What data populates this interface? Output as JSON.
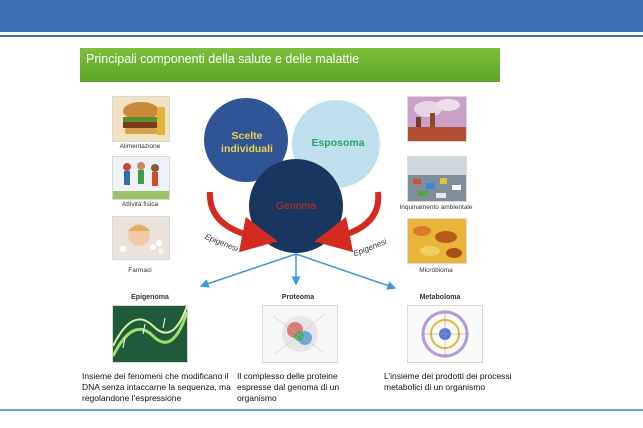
{
  "slide": {
    "title": "Principali componenti della salute e delle malattie",
    "colors": {
      "header": "#3b72b4",
      "title_bar": "#6db232",
      "arrow_red": "#d42b1e",
      "arrow_blue": "#3a9ad9"
    }
  },
  "left_items": [
    {
      "label": "Alimentazione",
      "icon": "burger-image"
    },
    {
      "label": "Attività fisica",
      "icon": "runners-image"
    },
    {
      "label": "Farmaci",
      "icon": "child-pills-image"
    }
  ],
  "right_items": [
    {
      "label": "Inquinamento ambientale",
      "icon": "factory-smoke-image"
    },
    {
      "label": "",
      "icon": "waste-dump-image"
    },
    {
      "label": "Microbioma",
      "icon": "bacteria-image"
    }
  ],
  "venn": {
    "scelte_line1": "Scelte",
    "scelte_line2": "individuali",
    "esposoma": "Esposoma",
    "genoma": "Genoma"
  },
  "epigenesi_label": "Epigenesi",
  "omics": [
    {
      "title": "Epigenoma",
      "desc_lines": [
        "Insieme dei fenomeni che modificano il",
        "DNA senza intaccarne la sequenza, ma",
        "regolandone l’espressione"
      ]
    },
    {
      "title": "Proteoma",
      "desc_lines": [
        "Il complesso delle proteine",
        "espresse dal genoma di un",
        "organismo"
      ]
    },
    {
      "title": "Metaboloma",
      "desc_lines": [
        "L’insieme dei prodotti dei processi",
        "metabolici di un organismo"
      ]
    }
  ]
}
